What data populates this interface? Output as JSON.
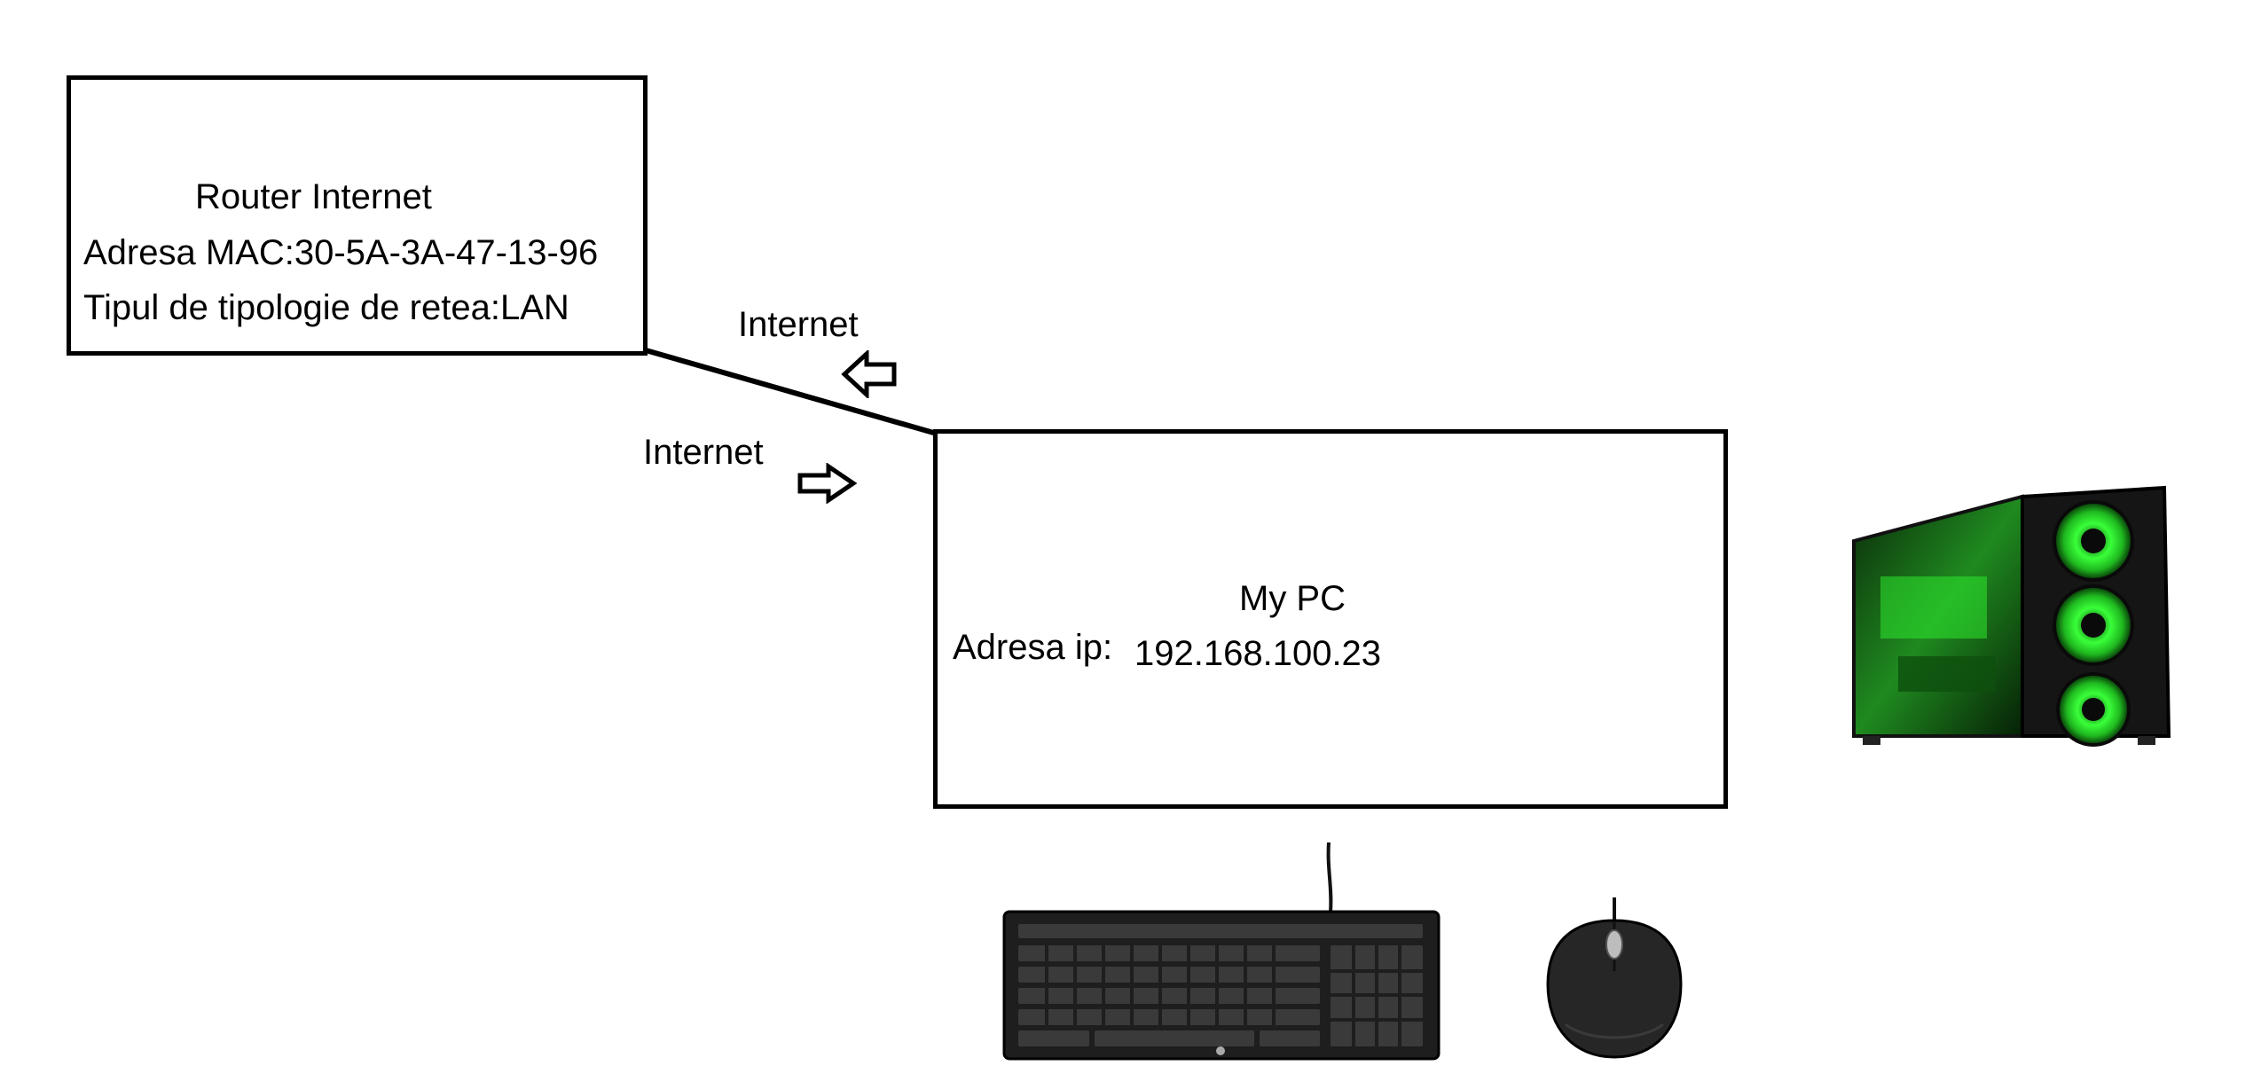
{
  "router": {
    "title": "Router Internet",
    "mac_line": "Adresa MAC:30-5A-3A-47-13-96",
    "topology_line": "Tipul de tipologie de retea:LAN"
  },
  "link": {
    "upstream_label": "Internet",
    "downstream_label": "Internet"
  },
  "pc": {
    "title": "My PC",
    "ip_label": "Adresa ip:",
    "ip_value": "192.168.100.23"
  },
  "colors": {
    "fan_green": "#2ee82e",
    "hardware_dark": "#1c1c1c"
  }
}
